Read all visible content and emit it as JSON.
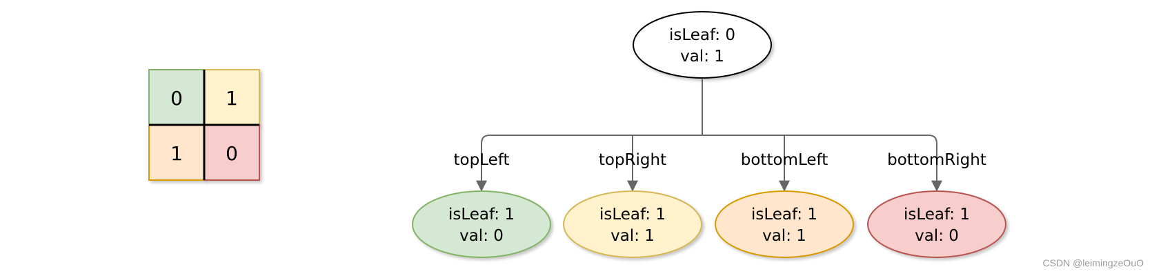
{
  "grid": {
    "cells": [
      {
        "value": "0",
        "fill": "#d5e8d4",
        "stroke": "#82b366"
      },
      {
        "value": "1",
        "fill": "#fff2cc",
        "stroke": "#d6b656"
      },
      {
        "value": "1",
        "fill": "#ffe6cc",
        "stroke": "#d79b00"
      },
      {
        "value": "0",
        "fill": "#f8cecc",
        "stroke": "#b85450"
      }
    ]
  },
  "tree": {
    "root": {
      "line1": "isLeaf: 0",
      "line2": "val: 1",
      "fill": "#ffffff",
      "stroke": "#000000"
    },
    "children": [
      {
        "edge_label": "topLeft",
        "line1": "isLeaf: 1",
        "line2": "val: 0",
        "fill": "#d5e8d4",
        "stroke": "#82b366"
      },
      {
        "edge_label": "topRight",
        "line1": "isLeaf: 1",
        "line2": "val: 1",
        "fill": "#fff2cc",
        "stroke": "#d6b656"
      },
      {
        "edge_label": "bottomLeft",
        "line1": "isLeaf: 1",
        "line2": "val: 1",
        "fill": "#ffe6cc",
        "stroke": "#d79b00"
      },
      {
        "edge_label": "bottomRight",
        "line1": "isLeaf: 1",
        "line2": "val: 0",
        "fill": "#f8cecc",
        "stroke": "#b85450"
      }
    ],
    "edge_color": "#666666"
  },
  "watermark": "CSDN @leimingzeOuO"
}
